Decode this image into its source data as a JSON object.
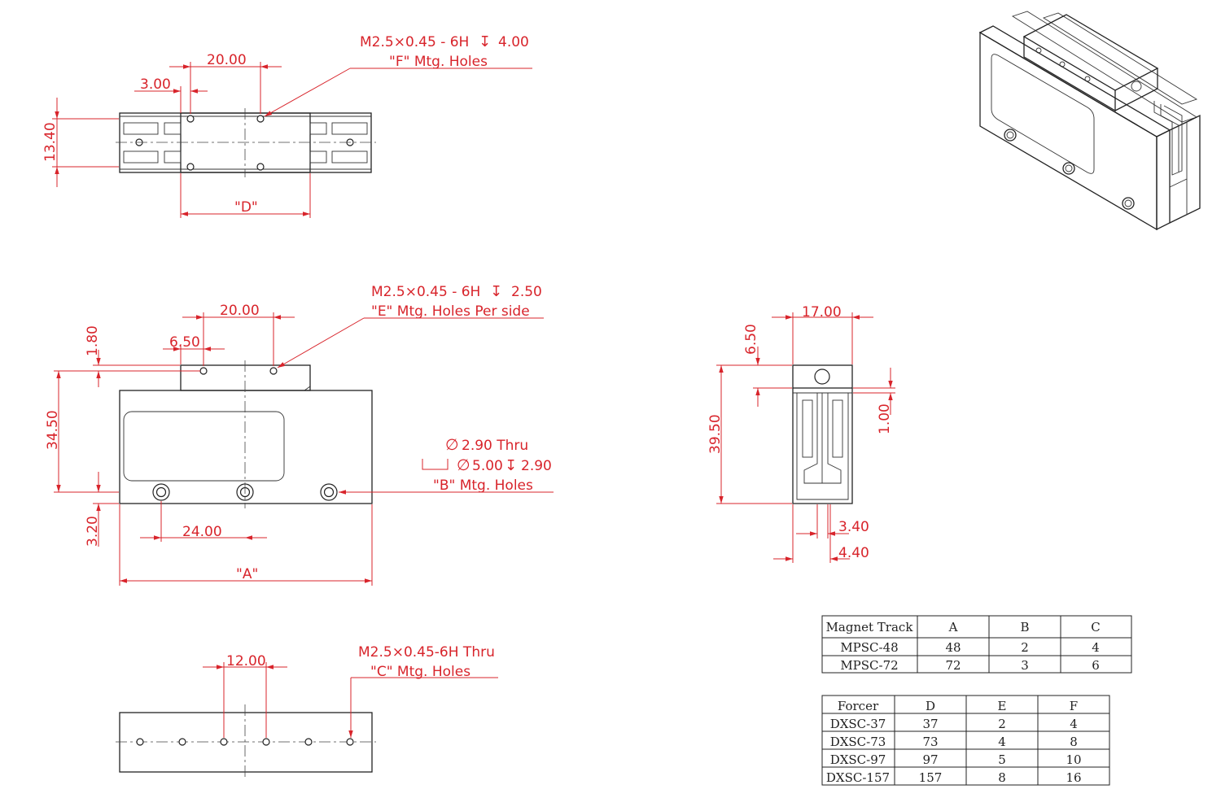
{
  "top_view": {
    "callout_thread": "M2.5×0.45 - 6H",
    "callout_depth_symbol": "↧",
    "callout_depth": "4.00",
    "callout_holes": "\"F\" Mtg. Holes",
    "dim_pitch": "20.00",
    "dim_offset": "3.00",
    "dim_height": "13.40",
    "dim_length": "\"D\""
  },
  "front_view": {
    "callout_thread": "M2.5×0.45 - 6H",
    "callout_depth_symbol": "↧",
    "callout_depth": "2.50",
    "callout_holes": "\"E\" Mtg. Holes Per side",
    "dim_pitch": "20.00",
    "dim_offset": "6.50",
    "dim_step": "1.80",
    "dim_height": "34.50",
    "dim_bottom": "3.20",
    "dim_hole_pitch": "24.00",
    "dim_length": "\"A\"",
    "hole_thru_symbol": "∅",
    "hole_thru": "2.90 Thru",
    "hole_cbore_symbol": "∅",
    "hole_cbore": "5.00",
    "hole_cbore_depth_symbol": "↧",
    "hole_cbore_depth": "2.90",
    "hole_label": "\"B\" Mtg. Holes"
  },
  "bottom_view": {
    "dim_pitch": "12.00",
    "callout_thread": "M2.5×0.45-6H Thru",
    "callout_holes": "\"C\" Mtg. Holes"
  },
  "side_view": {
    "dim_width": "17.00",
    "dim_top": "6.50",
    "dim_height": "39.50",
    "dim_gap": "1.00",
    "dim_slot": "3.40",
    "dim_wall": "4.40"
  },
  "table_magnet": {
    "headers": [
      "Magnet Track",
      "A",
      "B",
      "C"
    ],
    "rows": [
      [
        "MPSC-48",
        "48",
        "2",
        "4"
      ],
      [
        "MPSC-72",
        "72",
        "3",
        "6"
      ]
    ]
  },
  "table_forcer": {
    "headers": [
      "Forcer",
      "D",
      "E",
      "F"
    ],
    "rows": [
      [
        "DXSC-37",
        "37",
        "2",
        "4"
      ],
      [
        "DXSC-73",
        "73",
        "4",
        "8"
      ],
      [
        "DXSC-97",
        "97",
        "5",
        "10"
      ],
      [
        "DXSC-157",
        "157",
        "8",
        "16"
      ]
    ]
  },
  "colors": {
    "dimension": "#d8242b",
    "geometry": "#222222"
  }
}
